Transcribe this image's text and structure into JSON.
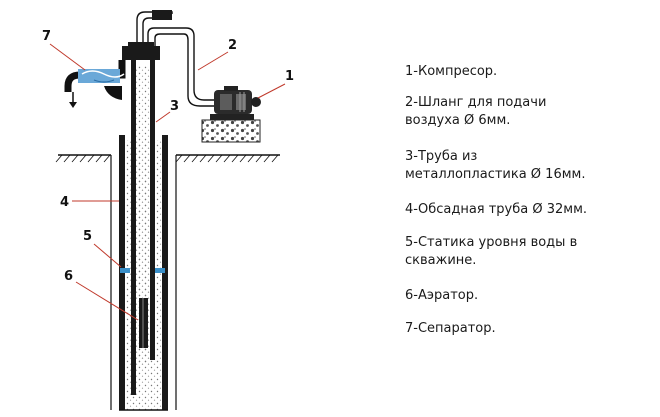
{
  "labels": {
    "l1": "1",
    "l2": "2",
    "l3": "3",
    "l4": "4",
    "l5": "5",
    "l6": "6",
    "l7": "7"
  },
  "legend": {
    "item1": "1-Компресор.",
    "item2": "2-Шланг для подачи\nвоздуха Ø 6мм.",
    "item3": "3-Труба из\nметаллопластика  Ø 16мм.",
    "item4": "4-Обсадная труба Ø 32мм.",
    "item5": "5-Статика уровня воды в\nскважине.",
    "item6": "6-Аэратор.",
    "item7": "7-Сепаратор."
  },
  "colors": {
    "ink": "#111111",
    "leader": "#c0392b",
    "water": "#6aa8d8",
    "water_level": "#3a8fc8"
  }
}
